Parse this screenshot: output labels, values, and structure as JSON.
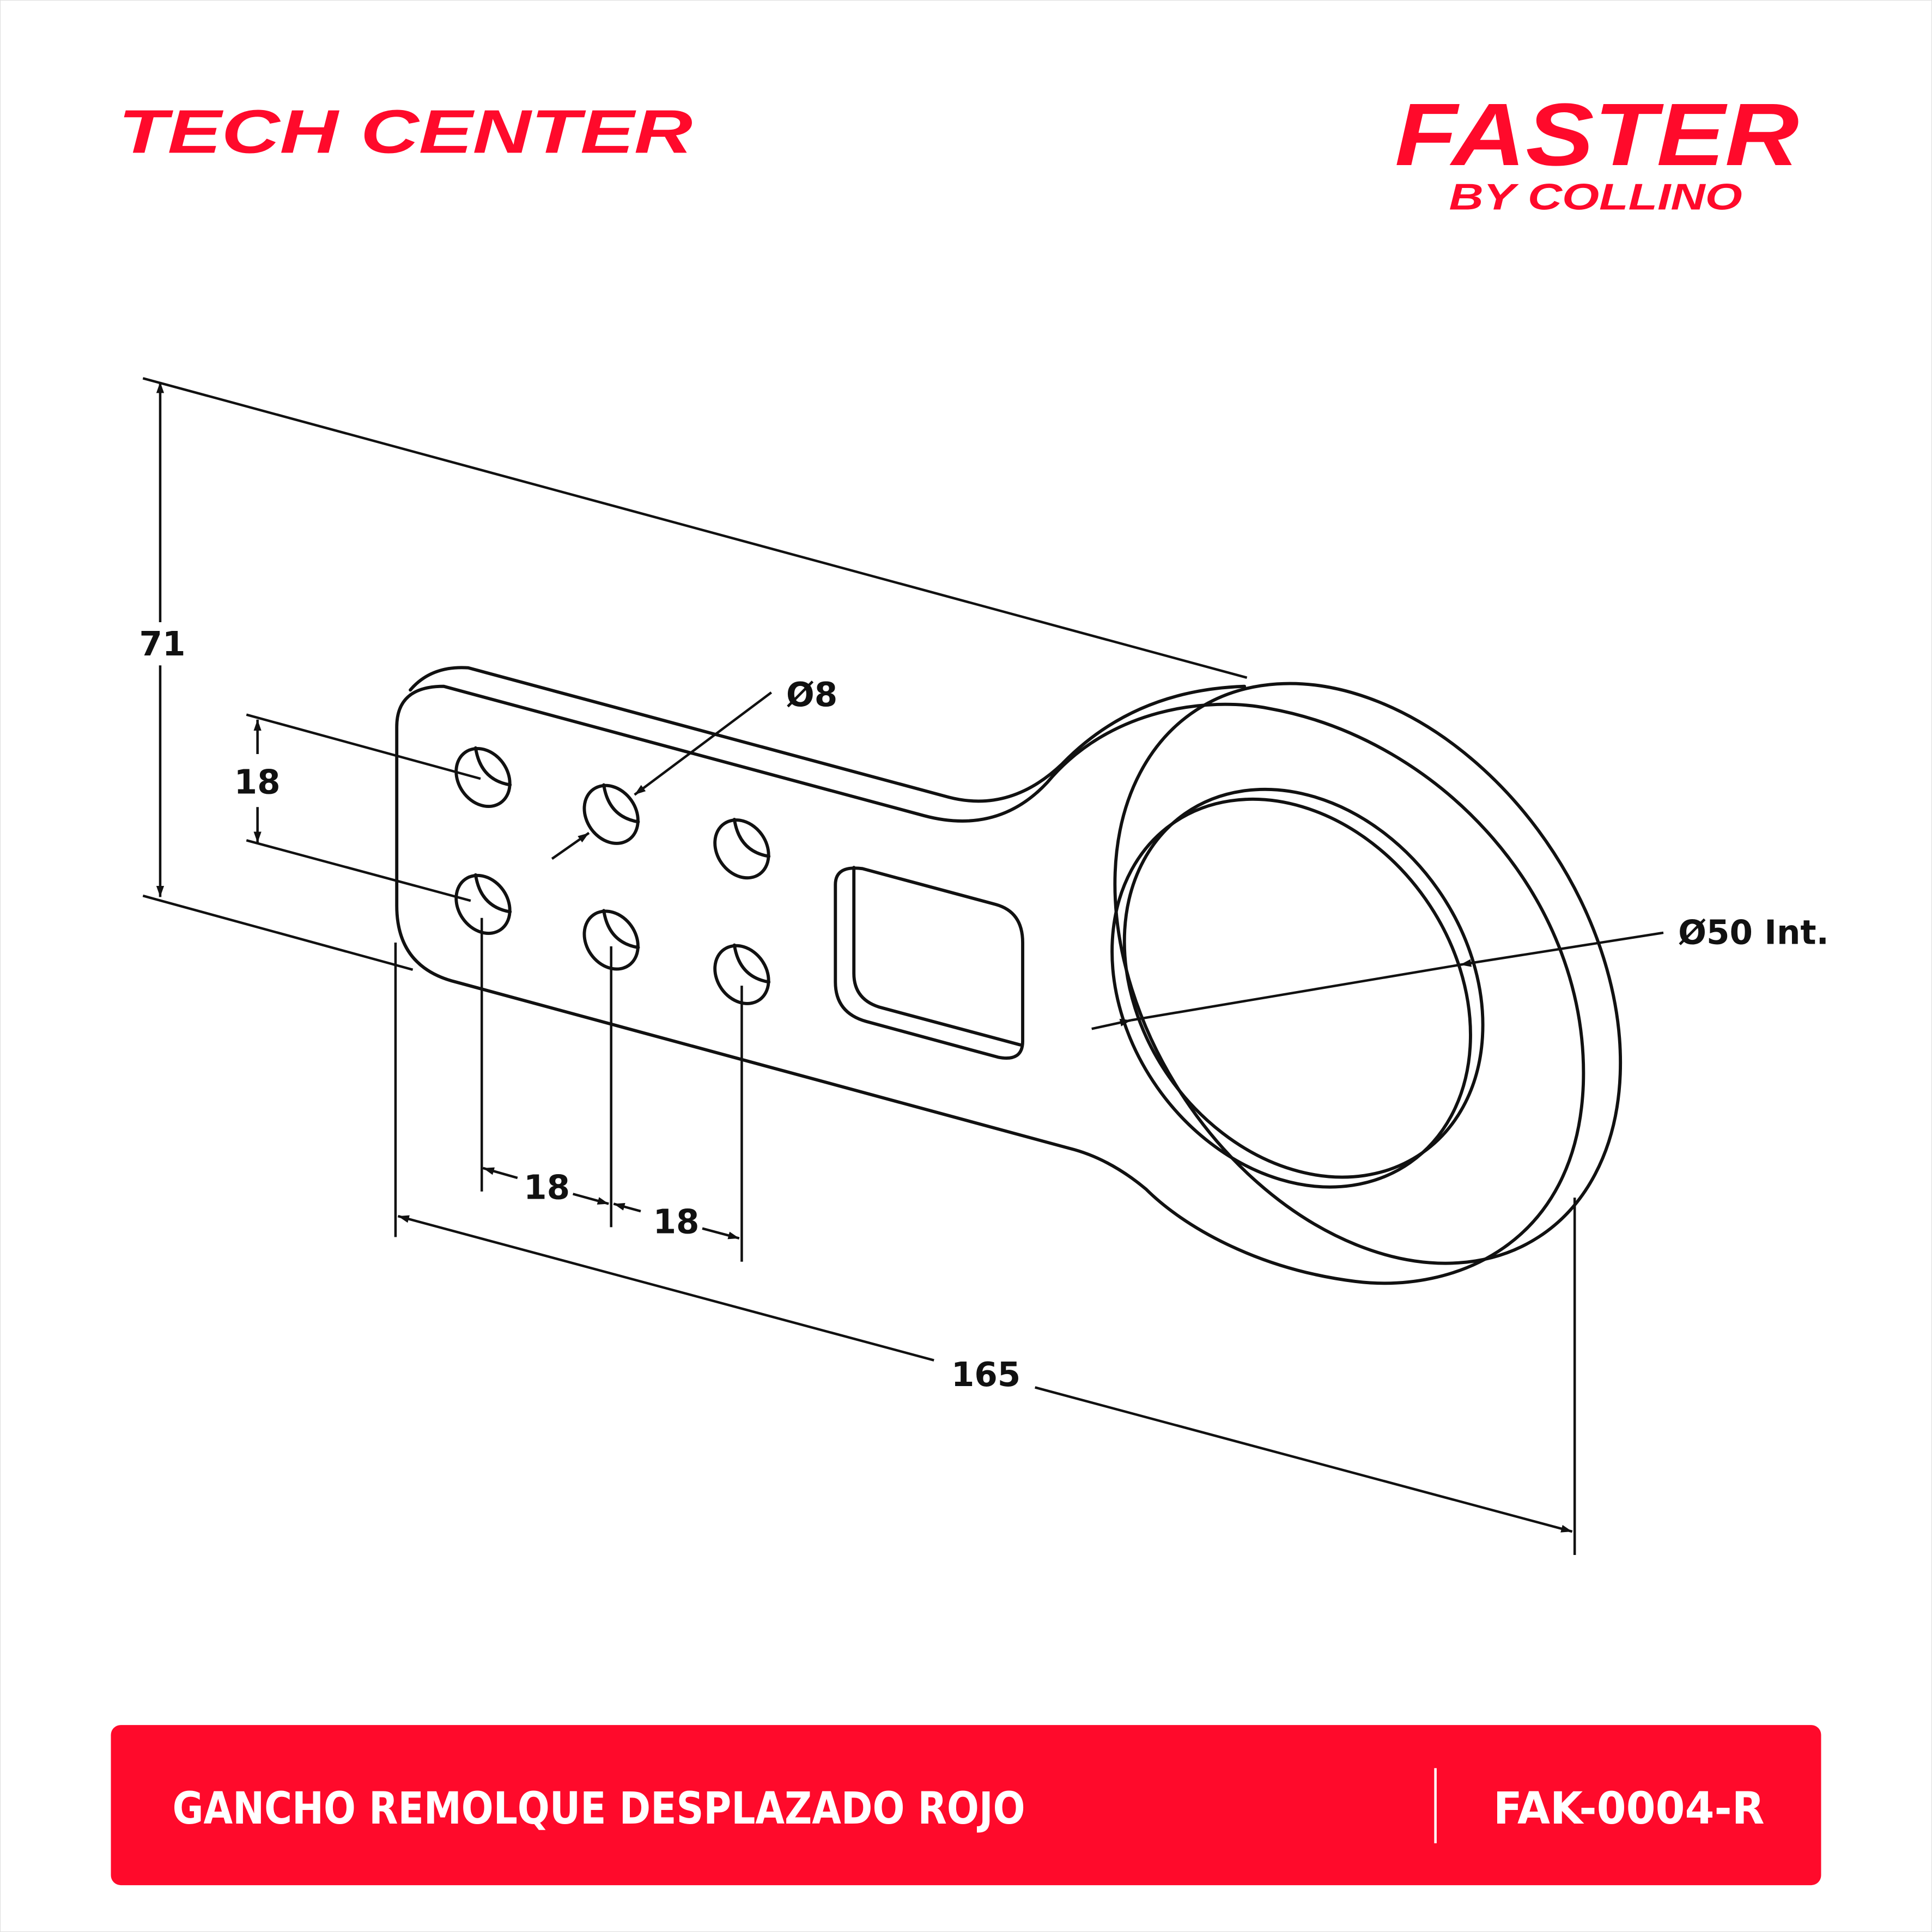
{
  "header": {
    "left_logo": "TECH CENTER",
    "right_logo": "FASTER",
    "right_logo_sub": "BY COLLINO"
  },
  "dimensions": {
    "height": "71",
    "hole_spacing_vertical": "18",
    "hole_diameter": "Ø8",
    "hole_spacing_h1": "18",
    "hole_spacing_h2": "18",
    "length": "165",
    "ring_inner_diameter": "Ø50 Int."
  },
  "footer": {
    "product_name": "GANCHO REMOLQUE DESPLAZADO ROJO",
    "sku": "FAK-0004-R"
  },
  "colors": {
    "brand_red": "#ff0a2b"
  }
}
